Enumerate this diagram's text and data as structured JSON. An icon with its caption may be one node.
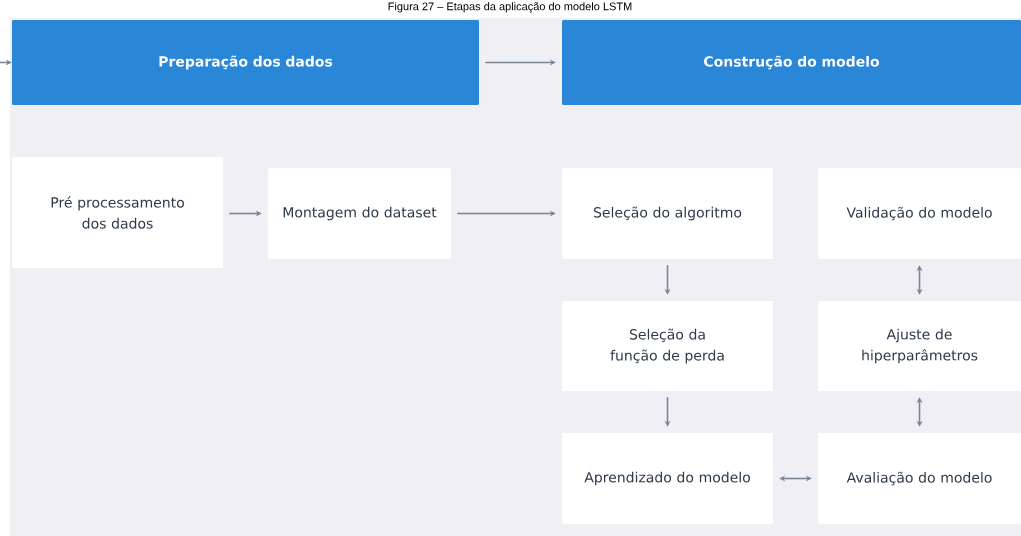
{
  "diagram": {
    "title": "Figura 27 – Etapas da aplicação do modelo LSTM",
    "nodes": [
      {
        "text": [
          "Preparação dos dados"
        ]
      },
      {
        "text": [
          "Construção do modelo"
        ]
      },
      {
        "text": [
          "Pré processamento dos dados"
        ]
      },
      {
        "text": [
          "Montagem do dataset"
        ]
      },
      {
        "text": [
          "Seleção do algoritmo"
        ]
      },
      {
        "text": [
          "Validação do modelo"
        ]
      },
      {
        "text": [
          "Seleção da função de perda"
        ]
      },
      {
        "text": [
          "Ajuste de hiperparâmetros"
        ]
      },
      {
        "text": [
          "Aprendizado do modelo"
        ]
      },
      {
        "text": [
          "Avaliação do modelo"
        ]
      }
    ],
    "edges": [
      {
        "from": null,
        "to": 0,
        "arrow": "to"
      },
      {
        "from": 0,
        "to": 1,
        "arrow": "to"
      },
      {
        "from": 2,
        "to": 3,
        "arrow": "to"
      },
      {
        "from": 3,
        "to": 4,
        "arrow": "to"
      },
      {
        "from": 4,
        "to": 6,
        "arrow": "to"
      },
      {
        "from": 6,
        "to": 8,
        "arrow": "to"
      },
      {
        "from": 8,
        "to": 9,
        "arrow": "both"
      },
      {
        "from": 9,
        "to": 7,
        "arrow": "both"
      },
      {
        "from": 7,
        "to": 5,
        "arrow": "both"
      }
    ]
  }
}
